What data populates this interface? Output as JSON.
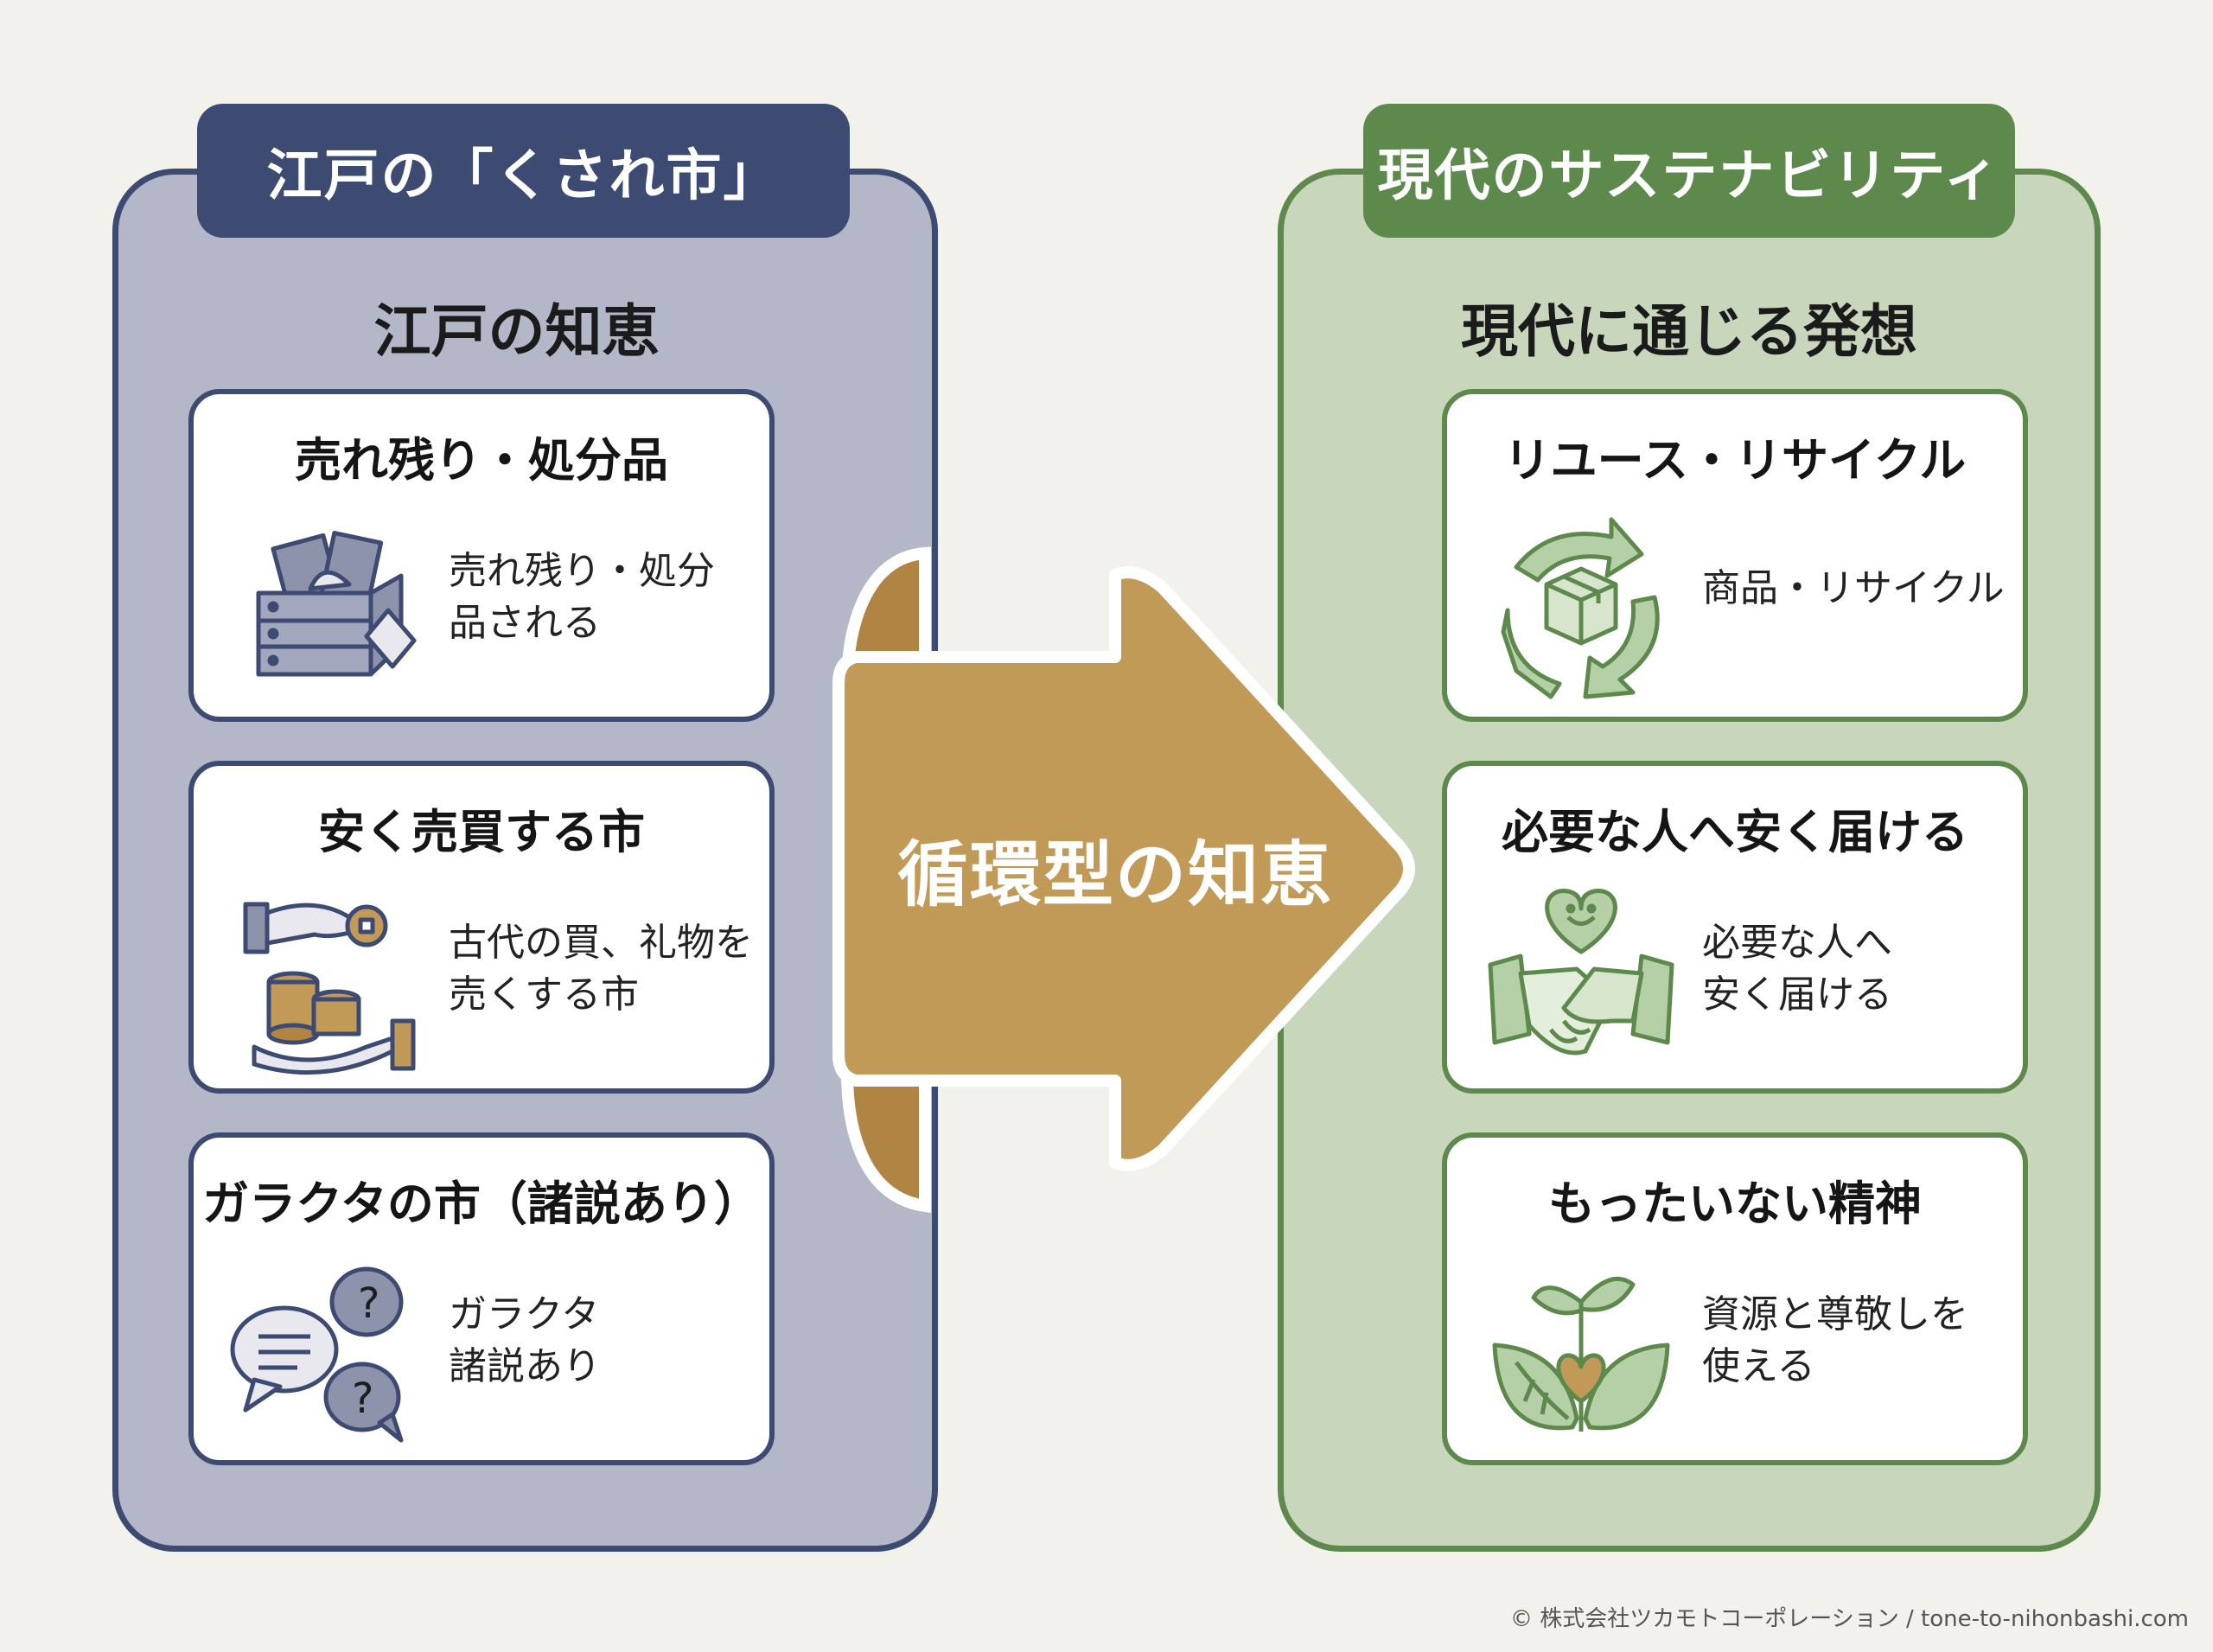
{
  "left": {
    "tab": "江戸の「くされ市」",
    "heading": "江戸の知恵",
    "cards": [
      {
        "title": "売れ残り・処分品",
        "desc": [
          "売れ残り・処分",
          "品される"
        ],
        "icon": "crate-icon"
      },
      {
        "title": "安く売買する市",
        "desc": [
          "古代の買、礼物を",
          "売くする市"
        ],
        "icon": "coins-hand-icon"
      },
      {
        "title": "ガラクタの市（諸説あり）",
        "desc": [
          "ガラクタ",
          "諸説あり"
        ],
        "icon": "speech-bubbles-icon"
      }
    ]
  },
  "center": {
    "label": "循環型の知恵"
  },
  "right": {
    "tab": "現代のサステナビリティ",
    "heading": "現代に通じる発想",
    "cards": [
      {
        "title": "リユース・リサイクル",
        "desc": [
          "商品・リサイクル"
        ],
        "icon": "recycle-box-icon"
      },
      {
        "title": "必要な人へ安く届ける",
        "desc": [
          "必要な人へ",
          "安く届ける"
        ],
        "icon": "handshake-heart-icon"
      },
      {
        "title": "もったいない精神",
        "desc": [
          "資源と尊敬しを",
          "使える"
        ],
        "icon": "sprout-heart-icon"
      }
    ]
  },
  "credit": "© 株式会社ツカモトコーポレーション / tone-to-nihonbashi.com",
  "colors": {
    "navy": "#3d4a72",
    "green": "#5d8a4c",
    "gold": "#c29a58"
  }
}
